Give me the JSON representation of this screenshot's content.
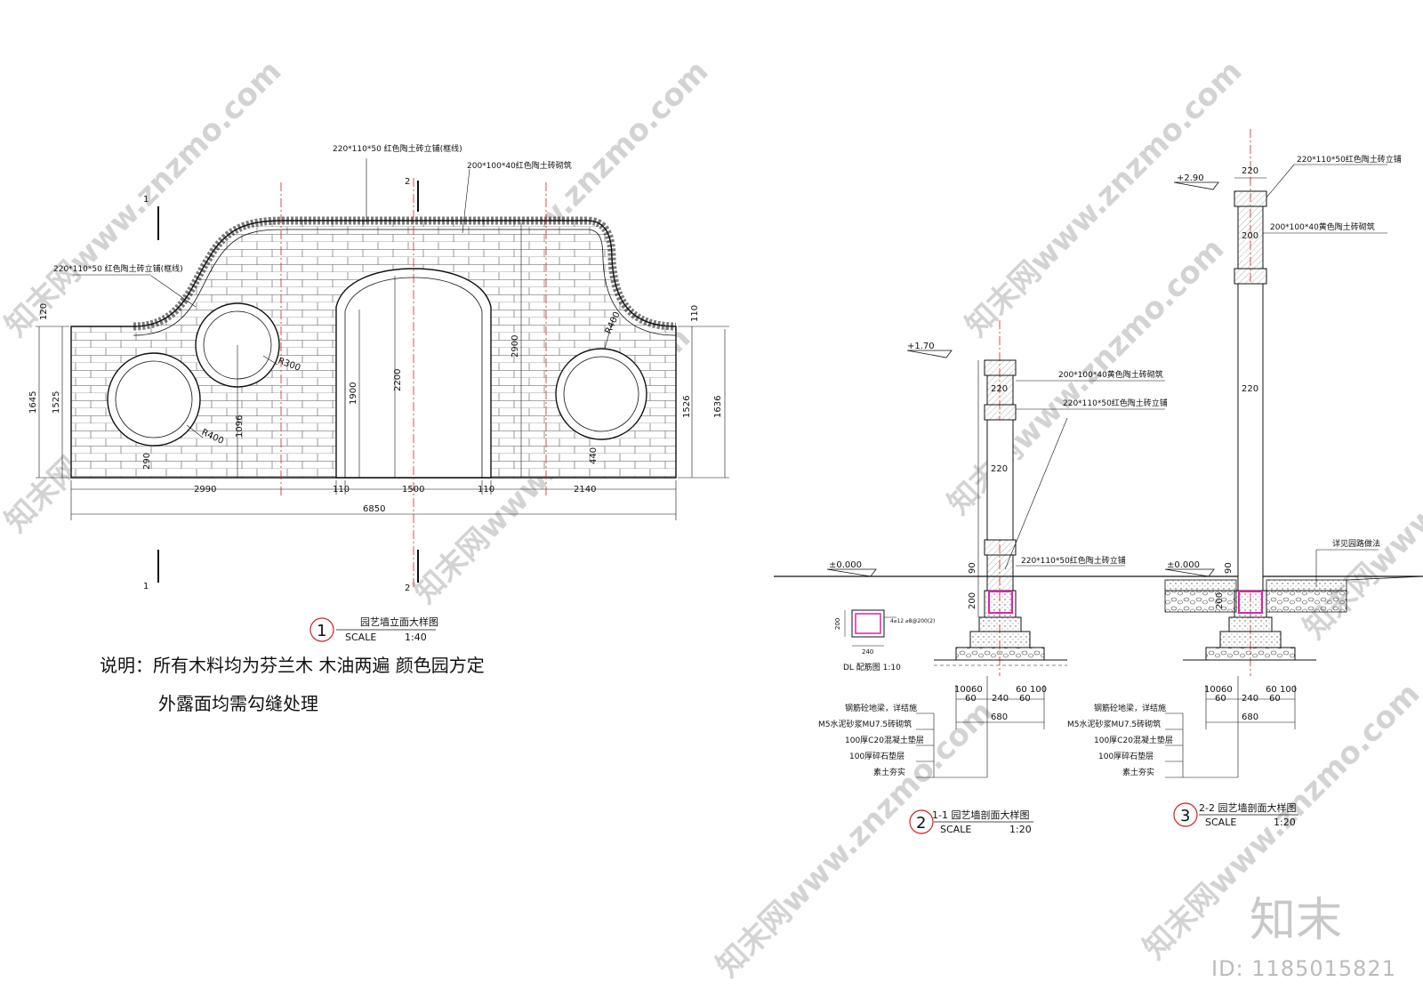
{
  "elevation": {
    "top_label": "220*110*50 红色陶土砖立铺(框线)",
    "top_label2": "200*100*40红色陶土砖砌筑",
    "left_label": "220*110*50 红色陶土砖立铺(框线)",
    "section_mark_1": "1",
    "section_mark_2": "2",
    "dims_bottom": [
      "2990",
      "110",
      "1500",
      "110",
      "2140"
    ],
    "dim_total": "6850",
    "dim_left": [
      "120",
      "1645",
      "1525"
    ],
    "dim_right": [
      "110",
      "1526",
      "1636"
    ],
    "dim_inner": [
      "1900",
      "2200",
      "2900",
      "1096",
      "290",
      "440"
    ],
    "radius_labels": [
      "R300",
      "R400",
      "R400"
    ],
    "title_num": "1",
    "title": "园艺墙立面大样图",
    "scale_label": "SCALE",
    "scale_value": "1:40"
  },
  "notes": {
    "line1": "说明：所有木料均为芬兰木   木油两遍 颜色园方定",
    "line2": "外露面均需勾缝处理"
  },
  "section1": {
    "elev_top": "+1.70",
    "elev_ground": "±0.000",
    "label_a": "200*100*40黄色陶土砖砌筑",
    "label_b": "220*110*50红色陶土砖立铺",
    "label_c": "220*110*50红色陶土砖立铺",
    "dims": [
      "220",
      "220",
      "90",
      "200"
    ],
    "foot_dims": [
      "100",
      "60",
      "240",
      "60",
      "100",
      "60",
      "60"
    ],
    "foot_total": "680",
    "layers": [
      "钢筋砼地梁，详结施",
      "M5水泥砂浆MU7.5砖砌筑",
      "100厚C20混凝土垫层",
      "100厚碎石垫层",
      "素土夯实"
    ],
    "title_num": "2",
    "title": "1-1  园艺墙剖面大样图",
    "scale_label": "SCALE",
    "scale_value": "1:20"
  },
  "detail_dl": {
    "dim_h": "200",
    "dim_w": "240",
    "rebar": "4⌀12\n⌀8@200(2)",
    "title": "DL 配筋图 1:10"
  },
  "section2": {
    "elev_top": "+2.90",
    "elev_ground": "±0.000",
    "label_a": "220*110*50红色陶土砖立铺",
    "label_b": "200*100*40黄色陶土砖砌筑",
    "label_road": "详见园路做法",
    "dims": [
      "220",
      "200",
      "220",
      "90",
      "200"
    ],
    "foot_dims": [
      "100",
      "60",
      "240",
      "60",
      "100",
      "60",
      "60"
    ],
    "foot_total": "680",
    "layers": [
      "钢筋砼地梁，详结施",
      "M5水泥砂浆MU7.5砖砌筑",
      "100厚C20混凝土垫层",
      "100厚碎石垫层",
      "素土夯实"
    ],
    "title_num": "3",
    "title": "2-2  园艺墙剖面大样图",
    "scale_label": "SCALE",
    "scale_value": "1:20"
  },
  "watermark": {
    "text": "知末网www.znzmo.com",
    "logo": "知末",
    "id": "ID: 1185015821"
  },
  "colors": {
    "line": "#111111",
    "red": "#d02020",
    "magenta": "#e020b0",
    "wm": "#cccccc"
  }
}
